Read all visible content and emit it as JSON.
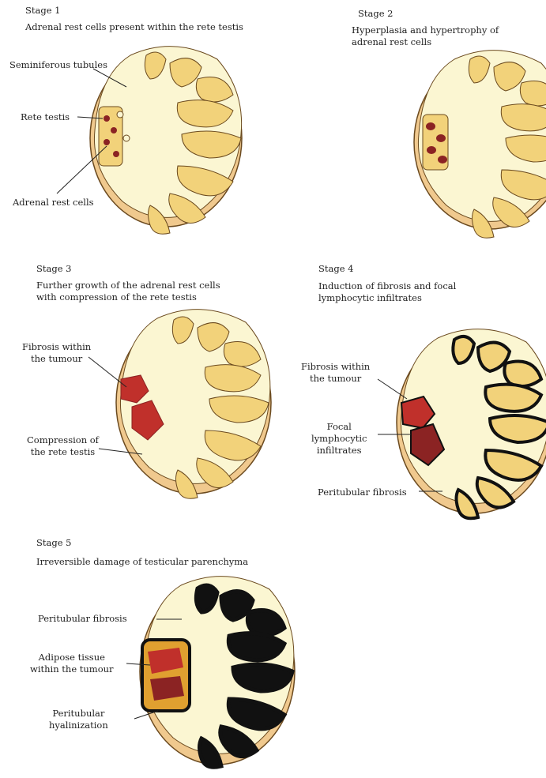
{
  "stages": [
    {
      "title": "Stage 1",
      "description": "Adrenal rest cells present within the rete testis",
      "labels": [
        "Seminiferous tubules",
        "Rete testis",
        "Adrenal rest cells"
      ]
    },
    {
      "title": "Stage 2",
      "description": "Hyperplasia and hypertrophy of\nadrenal rest cells",
      "labels": []
    },
    {
      "title": "Stage 3",
      "description": "Further growth of the adrenal rest cells\nwith compression of the rete testis",
      "labels": [
        "Fibrosis within\nthe tumour",
        "Compression of\nthe rete testis"
      ]
    },
    {
      "title": "Stage 4",
      "description": "Induction of fibrosis and focal\nlymphocytic infiltrates",
      "labels": [
        "Fibrosis within\nthe tumour",
        "Focal\nlymphocytic\ninfiltrates",
        "Peritubular fibrosis"
      ]
    },
    {
      "title": "Stage 5",
      "description": "Irreversible damage of testicular parenchyma",
      "labels": [
        "Peritubular fibrosis",
        "Adipose tissue\nwithin the tumour",
        "Peritubular\nhyalinization"
      ]
    }
  ],
  "colors": {
    "capsule": "#f0c98e",
    "parenchyma": "#fbf6d2",
    "tubule": "#f2d27a",
    "adrenal_rest": "#8b2323",
    "adrenal_red": "#c0302b",
    "fibrosis_line": "#111111",
    "adipose": "#e0a030"
  }
}
